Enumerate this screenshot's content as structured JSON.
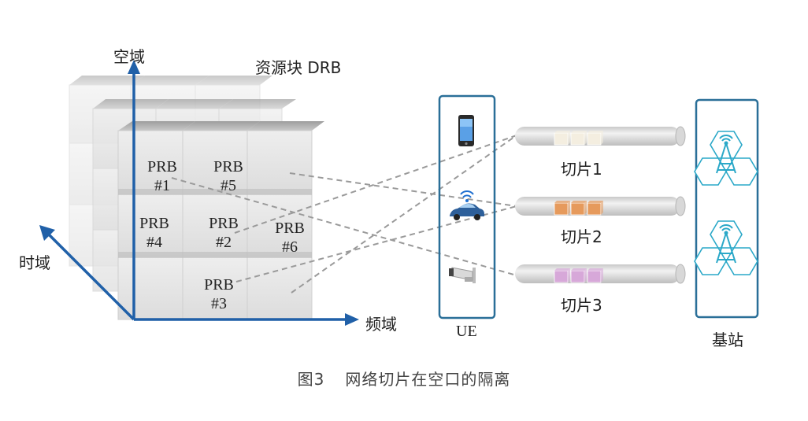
{
  "axes": {
    "space": "空域",
    "time": "时域",
    "freq": "频域"
  },
  "drb_label": "资源块 DRB",
  "prbs": [
    {
      "name": "PRB",
      "num": "#1"
    },
    {
      "name": "PRB",
      "num": "#5"
    },
    {
      "name": "PRB",
      "num": "#4"
    },
    {
      "name": "PRB",
      "num": "#2"
    },
    {
      "name": "PRB",
      "num": "#6"
    },
    {
      "name": "PRB",
      "num": "#3"
    }
  ],
  "ue_label": "UE",
  "ue_icons": [
    "smartphone-icon",
    "connected-car-icon",
    "security-camera-icon"
  ],
  "slices": [
    {
      "label": "切片1",
      "color": "#f4eee0"
    },
    {
      "label": "切片2",
      "color": "#e69a5c"
    },
    {
      "label": "切片3",
      "color": "#d7a8d9"
    }
  ],
  "base_station_label": "基站",
  "caption": {
    "fig": "图3",
    "text": "网络切片在空口的隔离"
  },
  "colors": {
    "axis": "#2060a8",
    "frame": "#2a6f98",
    "station": "#2aa8c8"
  }
}
